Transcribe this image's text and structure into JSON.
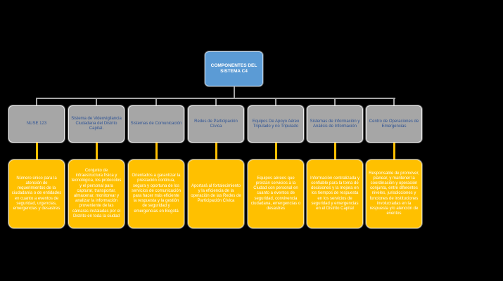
{
  "chart": {
    "root": {
      "label": "COMPONENTES DEL SISTEMA C4"
    },
    "columns": [
      {
        "title": "NUSE 123",
        "desc": "Número único para la atención de requerimientos de la ciudadanía o de entidades en cuanto a eventos de seguridad, urgencias, emergencias y desastres"
      },
      {
        "title": "Sistema de Videovigilancia Ciudadana del Distrito Capital.",
        "desc": "Conjunto de infraestructura física y tecnológica, los protocolos y el personal para capturar, transportar, almacenar, monitorear y analizar la información proveniente de las cámaras instaladas por el Distrito en toda la ciudad"
      },
      {
        "title": "Sistemas de Comunicación",
        "desc": "Orientados a garantizar la prestación continua, segura y oportuna de los servicios de comunicación para hacer más eficiente la respuesta y la gestión de seguridad y emergencias en Bogotá"
      },
      {
        "title": "Redes de Participación Cívica",
        "desc": "Aportará al fortalecimiento y la eficiencia de la operación de las Redes de Participación Cívica"
      },
      {
        "title": "Equipos De Apoyo Aéreo Tripulado y no Tripulado",
        "desc": "Equipos aéreos que prestan servicios a la Ciudad con personal en cuanto a eventos de seguridad, convivencia ciudadana, emergencias o desastres"
      },
      {
        "title": "Sistemas de Información y Análisis de Información",
        "desc": "Información centralizada y confiable para la toma de decisiones y la mejora en los tiempos de respuesta en los servicios de seguridad y emergencias en el Distrito Capital"
      },
      {
        "title": "Centro de Operaciones de Emergencias",
        "desc": "Responsable de promover, planear, y mantener la coordinación y operación conjunta, entre diferentes niveles, jurisdicciones y funciones de instituciones involucradas en la respuesta y/o atención de eventos"
      }
    ],
    "colors": {
      "background": "#000000",
      "root_fill": "#5B9BD5",
      "title_fill": "#A6A6A6",
      "title_text": "#2F5496",
      "desc_fill": "#FFC000",
      "desc_text": "#FFFFFF",
      "connector_gray": "#A6A6A6",
      "connector_orange": "#FFC000"
    }
  }
}
